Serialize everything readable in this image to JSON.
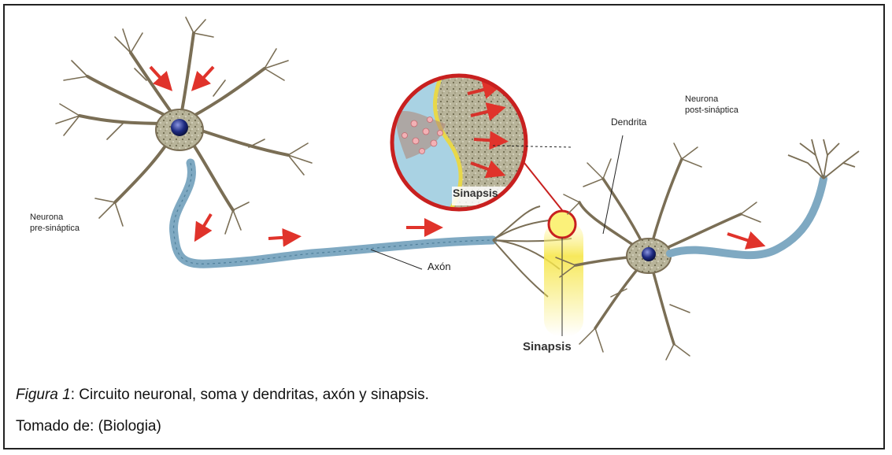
{
  "labels": {
    "pre_neuron_line1": "Neurona",
    "pre_neuron_line2": "pre-sináptica",
    "post_neuron_line1": "Neurona",
    "post_neuron_line2": "post-sináptica",
    "dendrite": "Dendrita",
    "axon": "Axón",
    "synapse_zoom": "Sinapsis",
    "synapse_bottom": "Sinapsis"
  },
  "caption": {
    "figure_label": "Figura 1",
    "figure_text": ": Circuito neuronal, soma y dendritas, axón y sinapsis.",
    "source": "Tomado de: (Biologia)"
  },
  "colors": {
    "axon": "#7fa9c2",
    "dendrite": "#7a6e55",
    "nucleus": "#1d2a80",
    "arrow": "#e0332b",
    "glow": "#f6e64a",
    "zoom_ring": "#c8201f"
  }
}
